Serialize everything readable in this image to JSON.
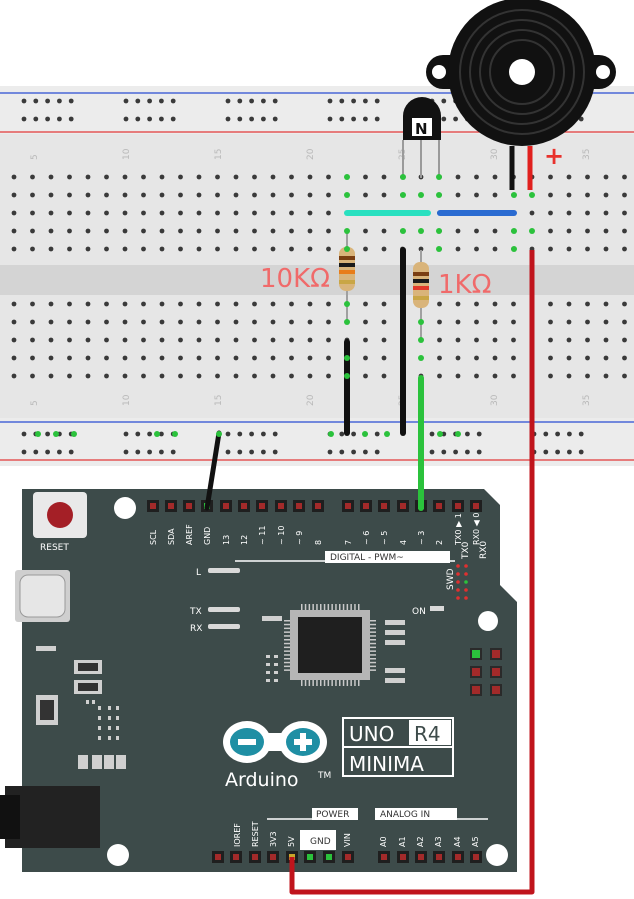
{
  "breadboard": {
    "column_numbers": [
      "5",
      "10",
      "15",
      "20",
      "25",
      "30",
      "35"
    ]
  },
  "components": {
    "resistor_left_label": "10KΩ",
    "resistor_right_label": "1KΩ",
    "buzzer_plus": "+",
    "transistor_mark": "N"
  },
  "board": {
    "reset_label": "RESET",
    "top_pins": [
      "SCL",
      "SDA",
      "AREF",
      "GND",
      "13",
      "12",
      "~ 11",
      "~ 10",
      "~ 9",
      "8",
      "7",
      "~ 6",
      "~ 5",
      "4",
      "~ 3",
      "2",
      "TX0 ▶ 1",
      "RX0 ◀ 0"
    ],
    "digital_label": "DIGITAL  -   PWM~",
    "led_l": "L",
    "led_tx": "TX",
    "led_rx": "RX",
    "swd_label": "SWD",
    "on_label": "ON",
    "tx0_label": "TX0",
    "rx0_label": "RX0",
    "model_uno": "UNO",
    "model_r4": "R4",
    "model_minima": "MINIMA",
    "brand": "Arduino",
    "tm": "TM",
    "power_label": "POWER",
    "analog_label": "ANALOG IN",
    "bottom_pins": [
      "IOREF",
      "RESET",
      "3V3",
      "5V",
      "GND",
      "VIN",
      "A0",
      "A1",
      "A2",
      "A3",
      "A4",
      "A5"
    ],
    "gnd_box": "GND"
  },
  "colors": {
    "board": "#3d4b4a",
    "wire_red": "#c0141c",
    "wire_green": "#2bc23c",
    "wire_black": "#1a1a1a",
    "jumper_cyan": "#29e0c0",
    "jumper_blue": "#2a6bd1",
    "breadboard": "#e4e4e4"
  }
}
